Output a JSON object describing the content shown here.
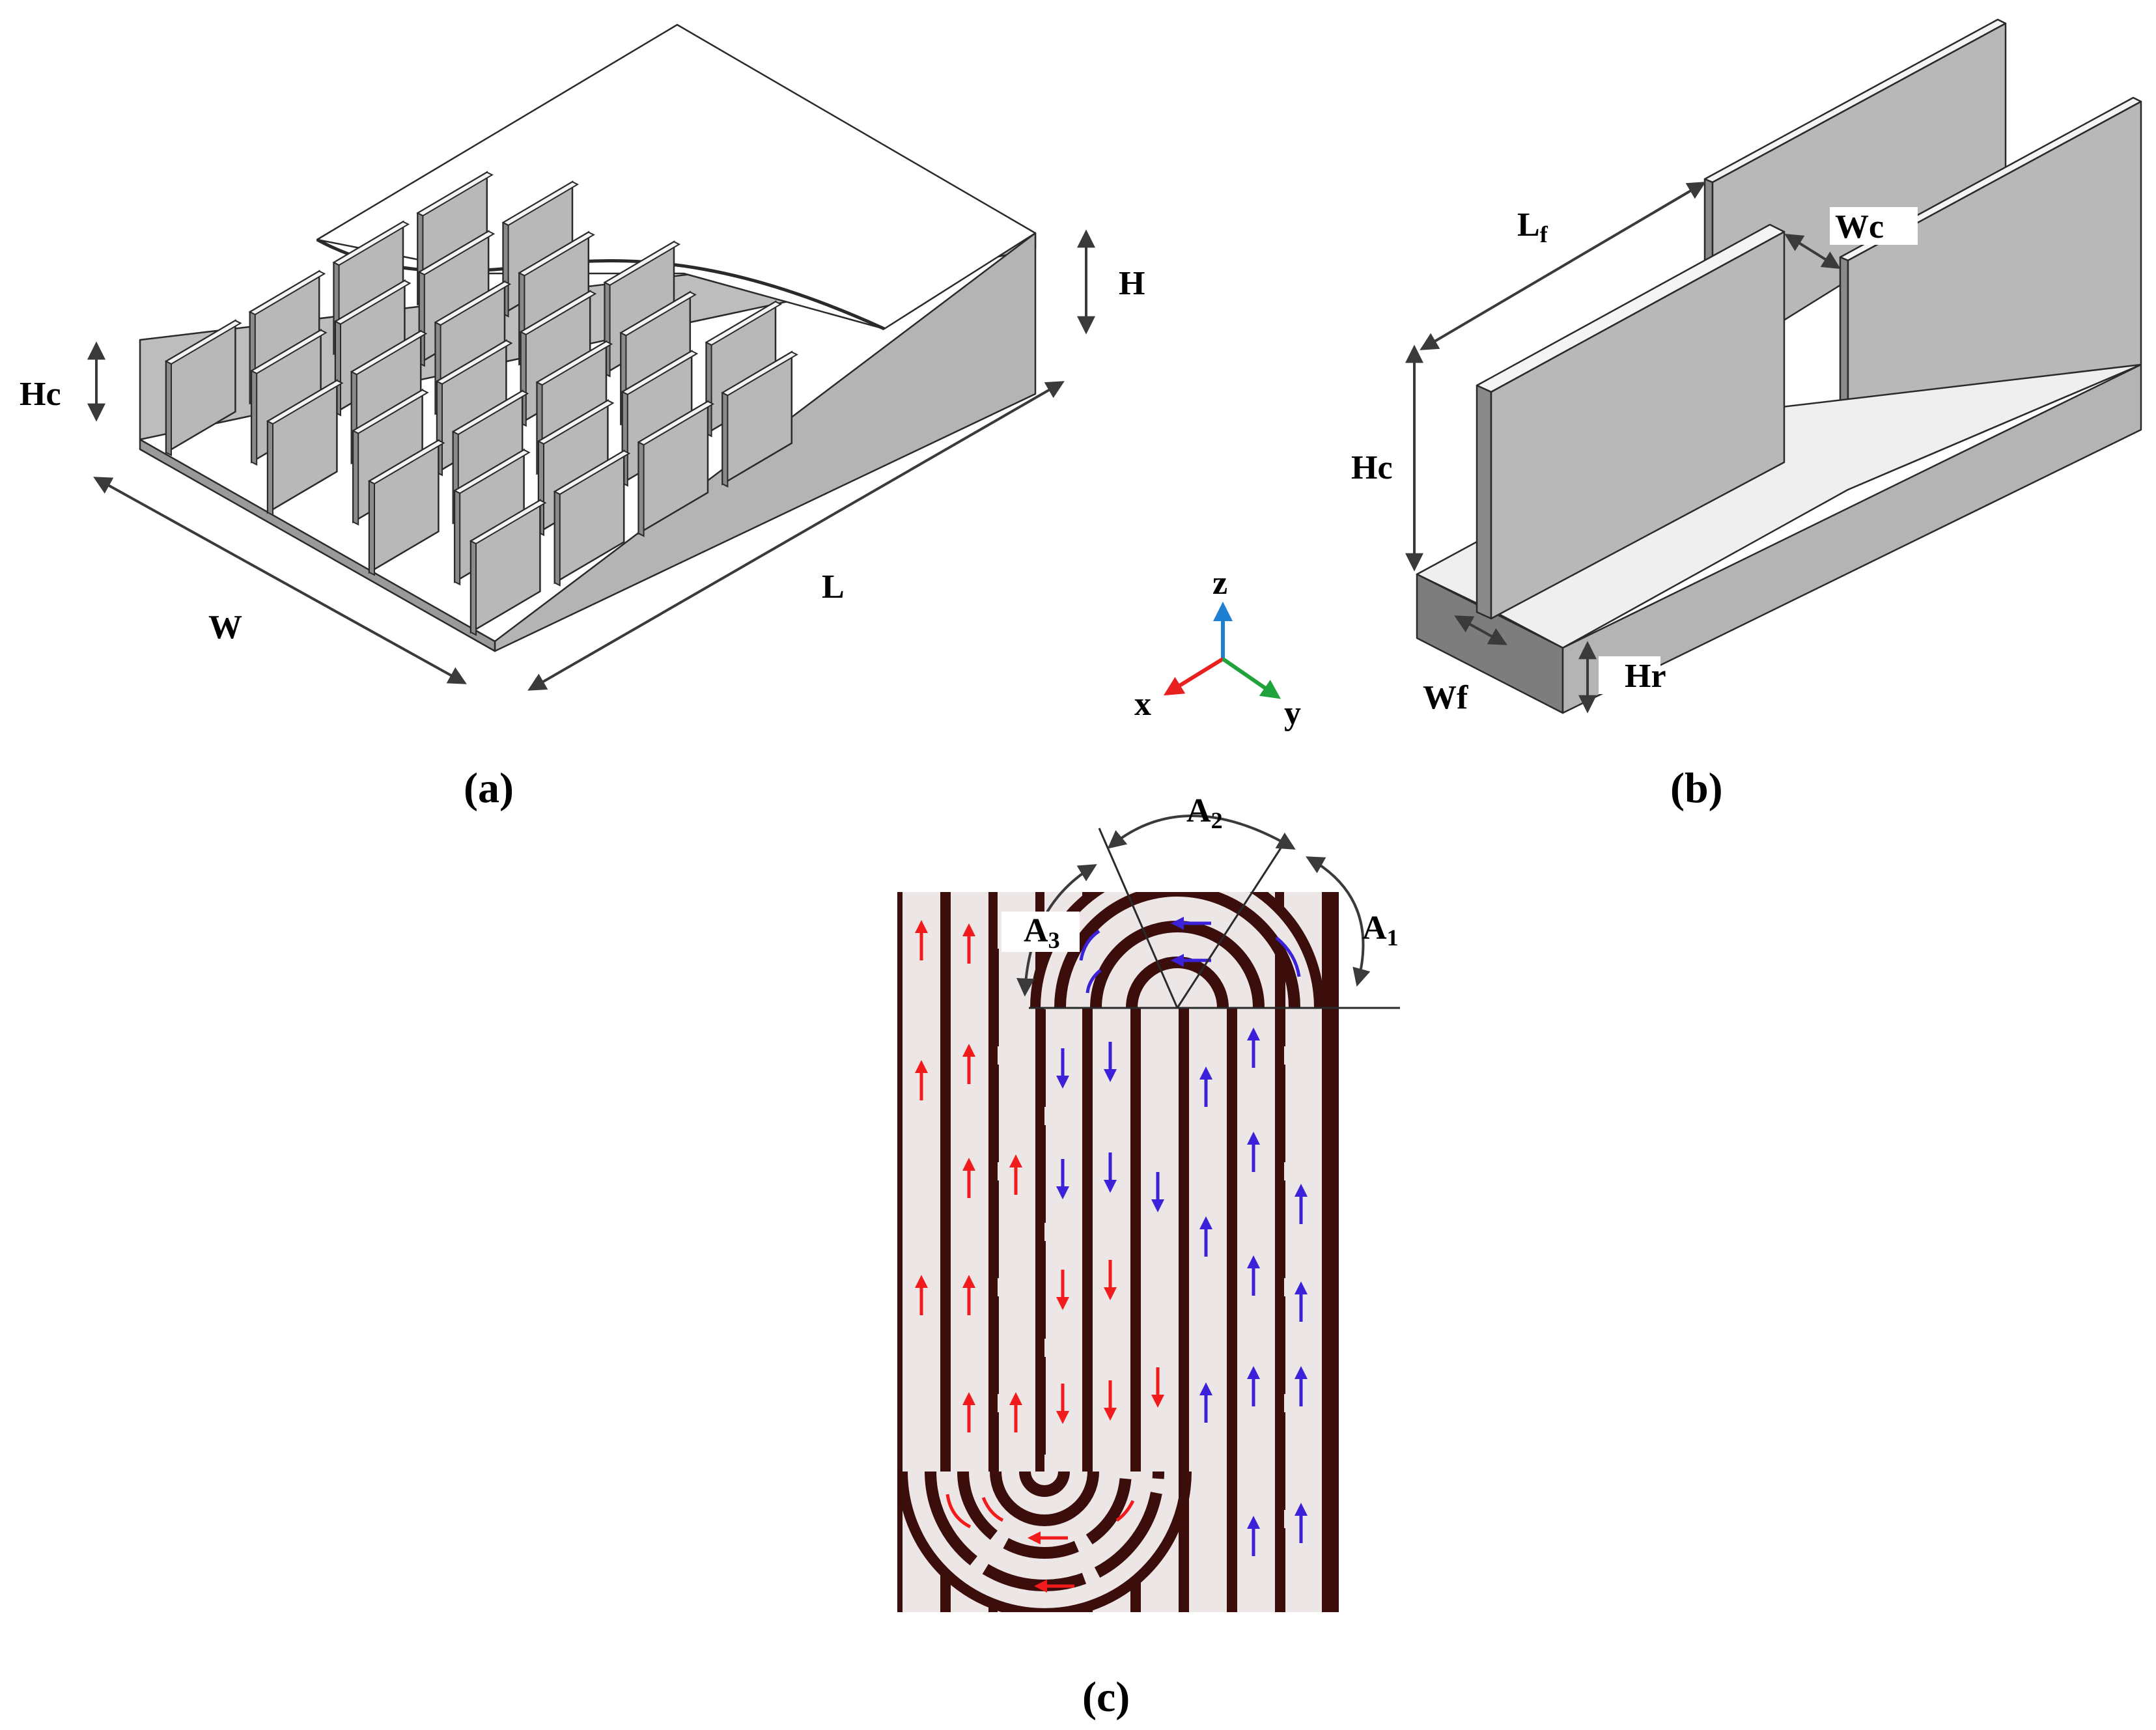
{
  "panel_a": {
    "caption": "(a)",
    "labels": {
      "height": "H",
      "channel_height": "Hc",
      "width": "W",
      "length": "L"
    }
  },
  "axes": {
    "z": "z",
    "x": "x",
    "y": "y"
  },
  "panel_b": {
    "caption": "(b)",
    "labels": {
      "fin_length": "L",
      "fin_length_sub": "f",
      "channel_width": "Wc",
      "channel_height": "Hc",
      "fin_width": "Wf",
      "rib_height": "Hr"
    }
  },
  "panel_c": {
    "caption": "(c)",
    "labels": {
      "a1": "A",
      "a1_sub": "1",
      "a2": "A",
      "a2_sub": "2",
      "a3": "A",
      "a3_sub": "3"
    }
  },
  "colors": {
    "metal_face": "#b8b8b8",
    "metal_top": "#f4f4f4",
    "metal_side": "#8a8a8a",
    "wall": "#3b0d0b",
    "fluid": "#ece6e6",
    "flow_hot": "#f21b1b",
    "flow_cold": "#3b22d9",
    "axis_x": "#e82020",
    "axis_y": "#1fa33a",
    "axis_z": "#1f7fd0"
  }
}
